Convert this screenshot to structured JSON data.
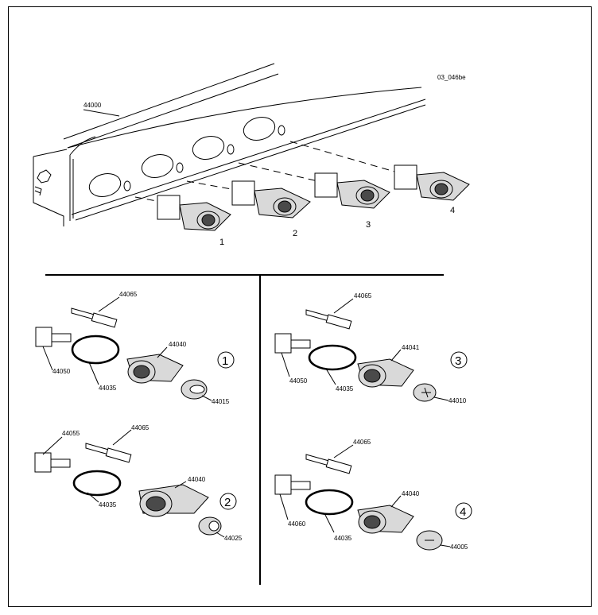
{
  "image_ref": "03_046be",
  "panel_part": "44000",
  "switch_numbers": [
    "1",
    "2",
    "3",
    "4"
  ],
  "groups": [
    {
      "circle": "1",
      "labels": {
        "rod": "44065",
        "switch": "44050",
        "seal": "44035",
        "housing": "44040",
        "knob": "44015"
      }
    },
    {
      "circle": "2",
      "labels": {
        "switch": "44055",
        "rod": "44065",
        "seal": "44035",
        "housing": "44040",
        "knob": "44025"
      }
    },
    {
      "circle": "3",
      "labels": {
        "rod": "44065",
        "switch": "44050",
        "seal": "44035",
        "housing": "44041",
        "knob": "44010"
      }
    },
    {
      "circle": "4",
      "labels": {
        "rod": "44065",
        "switch": "44060",
        "seal": "44035",
        "housing": "44040",
        "knob": "44005"
      }
    }
  ]
}
